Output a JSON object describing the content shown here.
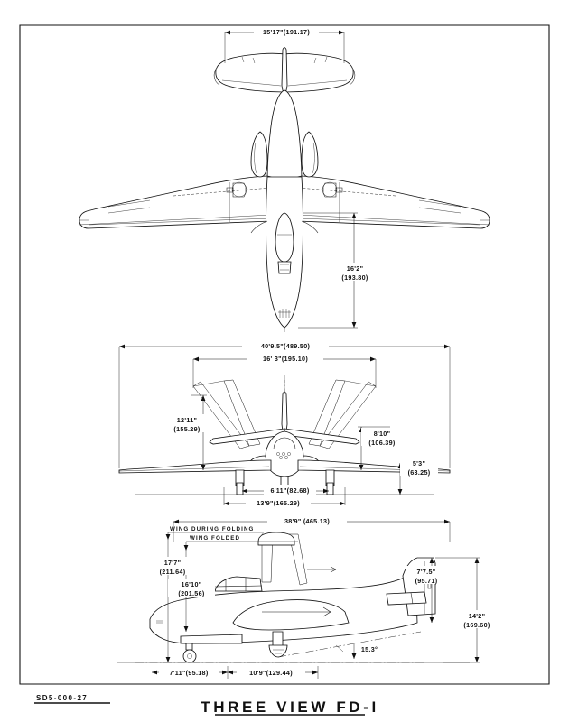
{
  "document": {
    "title": "THREE  VIEW  FD-I",
    "drawing_number": "SD5-000-27"
  },
  "views": {
    "top": {
      "name": "top-plan-view"
    },
    "front": {
      "name": "front-elevation-view"
    },
    "side": {
      "name": "side-elevation-view"
    }
  },
  "dimensions": {
    "top_span": "15'17\"(191.17)",
    "top_length": "16'2\"",
    "top_length_metric": "(193.80)",
    "front_span": "40'9.5\"(489.50)",
    "front_fold_span": "16' 3\"(195.10)",
    "front_fold_height": "12'11\"",
    "front_fold_height_metric": "(155.29)",
    "front_wing_height": "8'10\"",
    "front_wing_height_metric": "(106.39)",
    "front_prop_clear": "5'3\"",
    "front_prop_clear_metric": "(63.25)",
    "front_wheel_track_inner": "6'11\"(82.68)",
    "front_wheel_track": "13'9\"(165.29)",
    "side_length": "38'9\" (465.13)",
    "side_height_folding": "17'7\"",
    "side_height_folding_metric": "(211.64)",
    "side_height_folded": "16'10\"",
    "side_height_folded_metric": "(201.56)",
    "side_tail_height": "7'7.5\"",
    "side_tail_height_metric": "(95.71)",
    "side_overall_height": "14'2\"",
    "side_overall_height_metric": "(169.60)",
    "side_nose_to_main": "7'11\"(95.18)",
    "side_main_to_tail": "10'9\"(129.44)",
    "side_ground_angle": "15.3°"
  },
  "notes": {
    "wing_during_folding": "WING  DURING  FOLDING",
    "wing_folded": "WING  FOLDED"
  },
  "colors": {
    "ink": "#111111",
    "paper": "#ffffff"
  }
}
